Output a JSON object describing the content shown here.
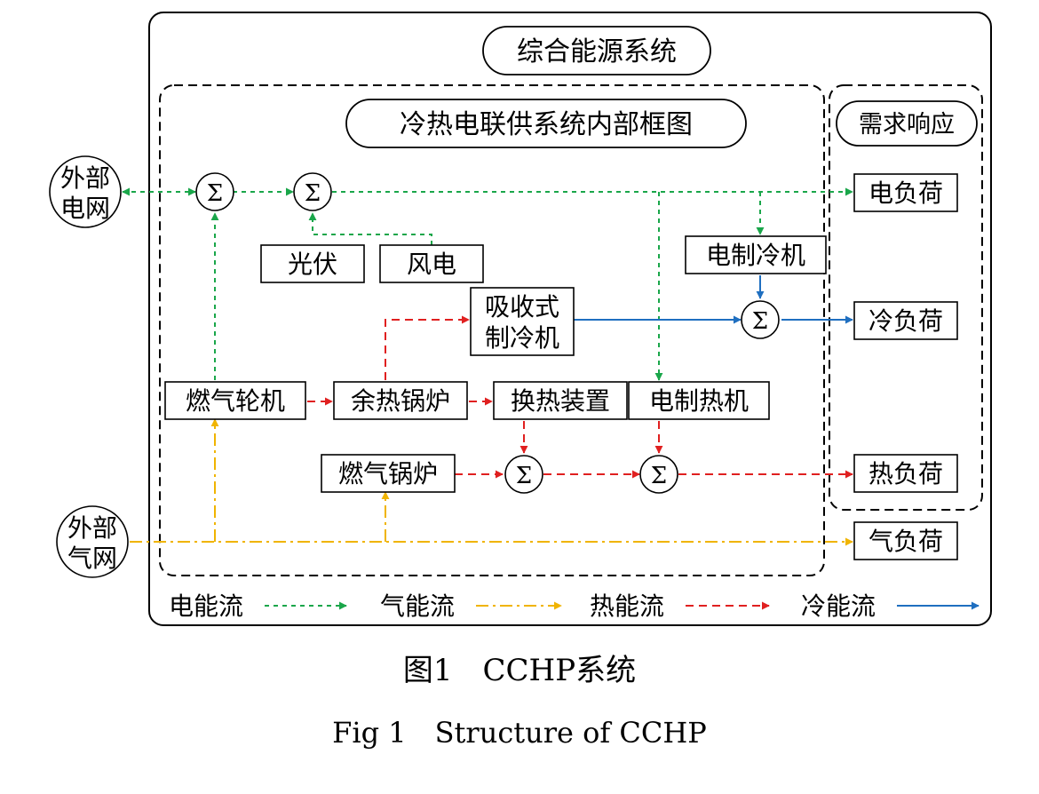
{
  "outer_title": "综合能源系统",
  "inner_title": "冷热电联供系统内部框图",
  "demand_title": "需求响应",
  "external": {
    "grid_line1": "外部",
    "grid_line2": "电网",
    "gas_line1": "外部",
    "gas_line2": "气网"
  },
  "sum_symbol": "Σ",
  "nodes": {
    "pv": "光伏",
    "wind": "风电",
    "absorption_line1": "吸收式",
    "absorption_line2": "制冷机",
    "electric_chiller": "电制冷机",
    "gas_turbine": "燃气轮机",
    "waste_heat_boiler": "余热锅炉",
    "heat_exchanger": "换热装置",
    "electric_heater": "电制热机",
    "gas_boiler": "燃气锅炉"
  },
  "loads": {
    "electric": "电负荷",
    "cooling": "冷负荷",
    "heat": "热负荷",
    "gas": "气负荷"
  },
  "legend": {
    "electric": "电能流",
    "gas": "气能流",
    "heat": "热能流",
    "cold": "冷能流"
  },
  "colors": {
    "electric": "#1aa64a",
    "gas": "#f0b400",
    "heat": "#e02020",
    "cold": "#1f6fc0"
  },
  "caption_cn": "图1　CCHP系统",
  "caption_en": "Fig 1　Structure of CCHP"
}
